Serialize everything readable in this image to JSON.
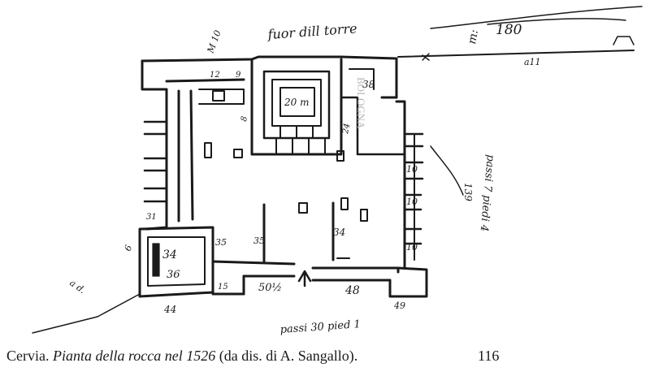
{
  "caption": {
    "place": "Cervia.",
    "title": "Pianta della rocca nel 1526",
    "source": "(da dis. di A. Sangallo).",
    "page_number": "116"
  },
  "annotations": {
    "top": "fuor dill torre",
    "top_right_a": "m:",
    "top_right_b": "180",
    "top_right_c": "a11",
    "corner_tl": "M 10",
    "center_room": "20 m",
    "n38": "38",
    "n8": "8",
    "n24": "24",
    "n10_a": "10",
    "n10_b": "10",
    "n10_c": "10",
    "n139": "139",
    "right_note": "passi 7 piedi 4",
    "n35_a": "35",
    "n35_b": "35",
    "n34_a": "34",
    "n36": "36",
    "n34_b": "34",
    "n31": "31",
    "n15": "15",
    "n502": "50½",
    "n48": "48",
    "n44": "44",
    "n49": "49",
    "left_note": "a d.",
    "bottom_note": "passi 30 pied 1",
    "n12": "12",
    "n6": "6",
    "n9": "9"
  },
  "stamp": "BOLOGNA"
}
